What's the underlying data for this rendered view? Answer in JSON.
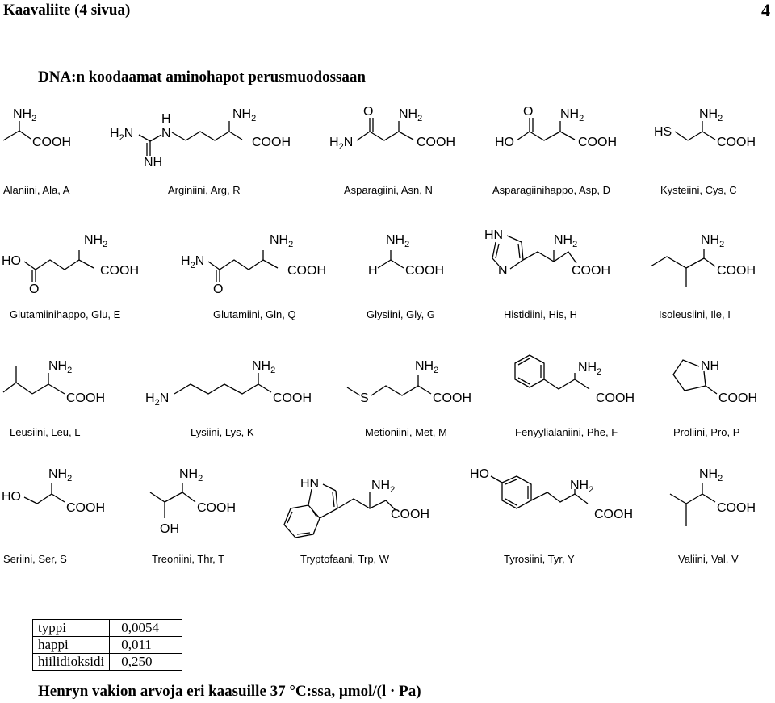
{
  "header": {
    "title": "Kaavaliite (4 sivua)",
    "page_number": "4"
  },
  "section_title": "DNA:n koodaamat aminohapot perusmuodossaan",
  "amino_acids": [
    {
      "caption": "Alaniini, Ala, A"
    },
    {
      "caption": "Arginiini, Arg, R"
    },
    {
      "caption": "Asparagiini, Asn, N"
    },
    {
      "caption": "Asparagiinihappo, Asp, D"
    },
    {
      "caption": "Kysteiini, Cys, C"
    },
    {
      "caption": "Glutamiinihappo, Glu, E"
    },
    {
      "caption": "Glutamiini, Gln, Q"
    },
    {
      "caption": "Glysiini, Gly, G"
    },
    {
      "caption": "Histidiini, His, H"
    },
    {
      "caption": "Isoleusiini, Ile, I"
    },
    {
      "caption": "Leusiini, Leu, L"
    },
    {
      "caption": "Lysiini, Lys, K"
    },
    {
      "caption": "Metioniini, Met, M"
    },
    {
      "caption": "Fenyylialaniini, Phe, F"
    },
    {
      "caption": "Proliini, Pro, P"
    },
    {
      "caption": "Seriini, Ser, S"
    },
    {
      "caption": "Treoniini, Thr, T"
    },
    {
      "caption": "Tryptofaani, Trp, W"
    },
    {
      "caption": "Tyrosiini, Tyr, Y"
    },
    {
      "caption": "Valiini, Val, V"
    }
  ],
  "labels": {
    "nh2": "NH",
    "sub2": "2",
    "cooh": "COOH",
    "o": "O",
    "h": "H",
    "n": "N",
    "h2n": "H",
    "ho": "HO",
    "hs": "HS",
    "s": "S",
    "nh": "NH",
    "hn": "HN",
    "oh": "OH"
  },
  "henry_table": {
    "rows": [
      {
        "gas": "typpi",
        "value": "0,0054"
      },
      {
        "gas": "happi",
        "value": "0,011"
      },
      {
        "gas": "hiilidioksidi",
        "value": "0,250"
      }
    ],
    "caption": "Henryn vakion arvoja eri kaasuille 37 °C:ssa, µmol/(l · Pa)"
  }
}
